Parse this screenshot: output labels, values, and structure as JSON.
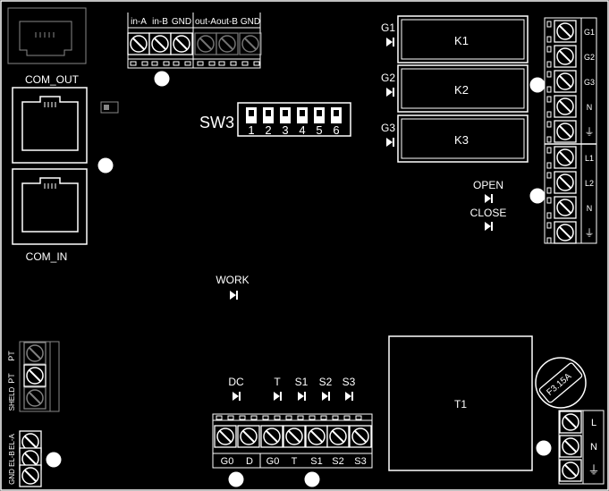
{
  "ports": {
    "com_out": "COM_OUT",
    "com_in": "COM_IN"
  },
  "top_terminal": {
    "labels": [
      "in-A",
      "in-B",
      "GND",
      "out-A",
      "out-B",
      "GND"
    ]
  },
  "dip_switch": {
    "name": "SW3",
    "numbers": [
      "1",
      "2",
      "3",
      "4",
      "5",
      "6"
    ]
  },
  "relays": [
    {
      "led": "G1",
      "name": "K1"
    },
    {
      "led": "G2",
      "name": "K2"
    },
    {
      "led": "G3",
      "name": "K3"
    }
  ],
  "right_terminal": {
    "labels": [
      "G1",
      "G2",
      "G3",
      "N",
      "⏚",
      "L1",
      "L2",
      "N",
      "⏚"
    ]
  },
  "status_leds": {
    "open": "OPEN",
    "close": "CLOSE",
    "work": "WORK"
  },
  "left_terminal": {
    "labels": [
      "PT",
      "PT",
      "SHELD"
    ]
  },
  "bottom_left_terminal": {
    "labels": [
      "EL-A",
      "EL-B",
      "GND"
    ]
  },
  "bottom_leds": [
    "DC",
    "T",
    "S1",
    "S2",
    "S3"
  ],
  "bottom_terminal": {
    "labels": [
      "G0",
      "D",
      "G0",
      "T",
      "S1",
      "S2",
      "S3"
    ]
  },
  "transformer": {
    "name": "T1"
  },
  "fuse": {
    "rating": "F3.15A"
  },
  "power_terminal": {
    "labels": [
      "L",
      "N",
      "⏚"
    ]
  }
}
